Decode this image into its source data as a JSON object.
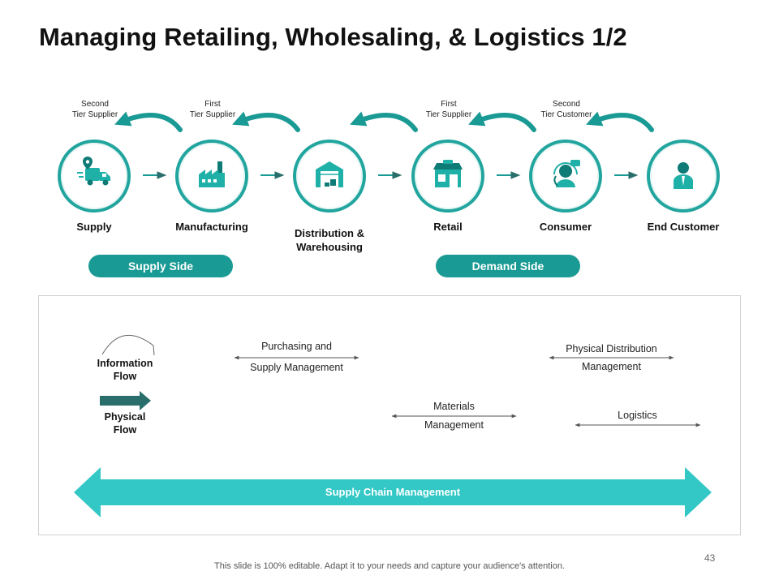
{
  "title": "Managing Retailing, Wholesaling, & Logistics 1/2",
  "tiers": [
    {
      "line1": "Second",
      "line2": "Tier Supplier"
    },
    {
      "line1": "First",
      "line2": "Tier Supplier"
    },
    {
      "line1": "First",
      "line2": "Tier Supplier"
    },
    {
      "line1": "Second",
      "line2": "Tier Customer"
    }
  ],
  "nodes": [
    {
      "label": "Supply",
      "icon": "delivery-truck-icon"
    },
    {
      "label": "Manufacturing",
      "icon": "factory-icon"
    },
    {
      "label": "Distribution & Warehousing",
      "icon": "warehouse-icon"
    },
    {
      "label": "Retail",
      "icon": "store-icon"
    },
    {
      "label": "Consumer",
      "icon": "customer-service-icon"
    },
    {
      "label": "End Customer",
      "icon": "businessman-icon"
    }
  ],
  "sides": {
    "supply": "Supply Side",
    "demand": "Demand Side"
  },
  "legend": {
    "information": "Information Flow",
    "physical": "Physical Flow"
  },
  "flows": {
    "purchasing_top": "Purchasing and",
    "purchasing_bottom": "Supply Management",
    "physical_dist_top": "Physical Distribution",
    "physical_dist_bottom": "Management",
    "materials_top": "Materials",
    "materials_bottom": "Management",
    "logistics": "Logistics"
  },
  "banner": "Supply Chain Management",
  "page_number": "43",
  "footer": "This slide is 100% editable. Adapt it to your needs and capture your audience's attention.",
  "colors": {
    "teal": "#22a59e",
    "pill": "#1a9a94",
    "banner": "#33c8c6",
    "legend_arrow": "#2a6e6c"
  }
}
